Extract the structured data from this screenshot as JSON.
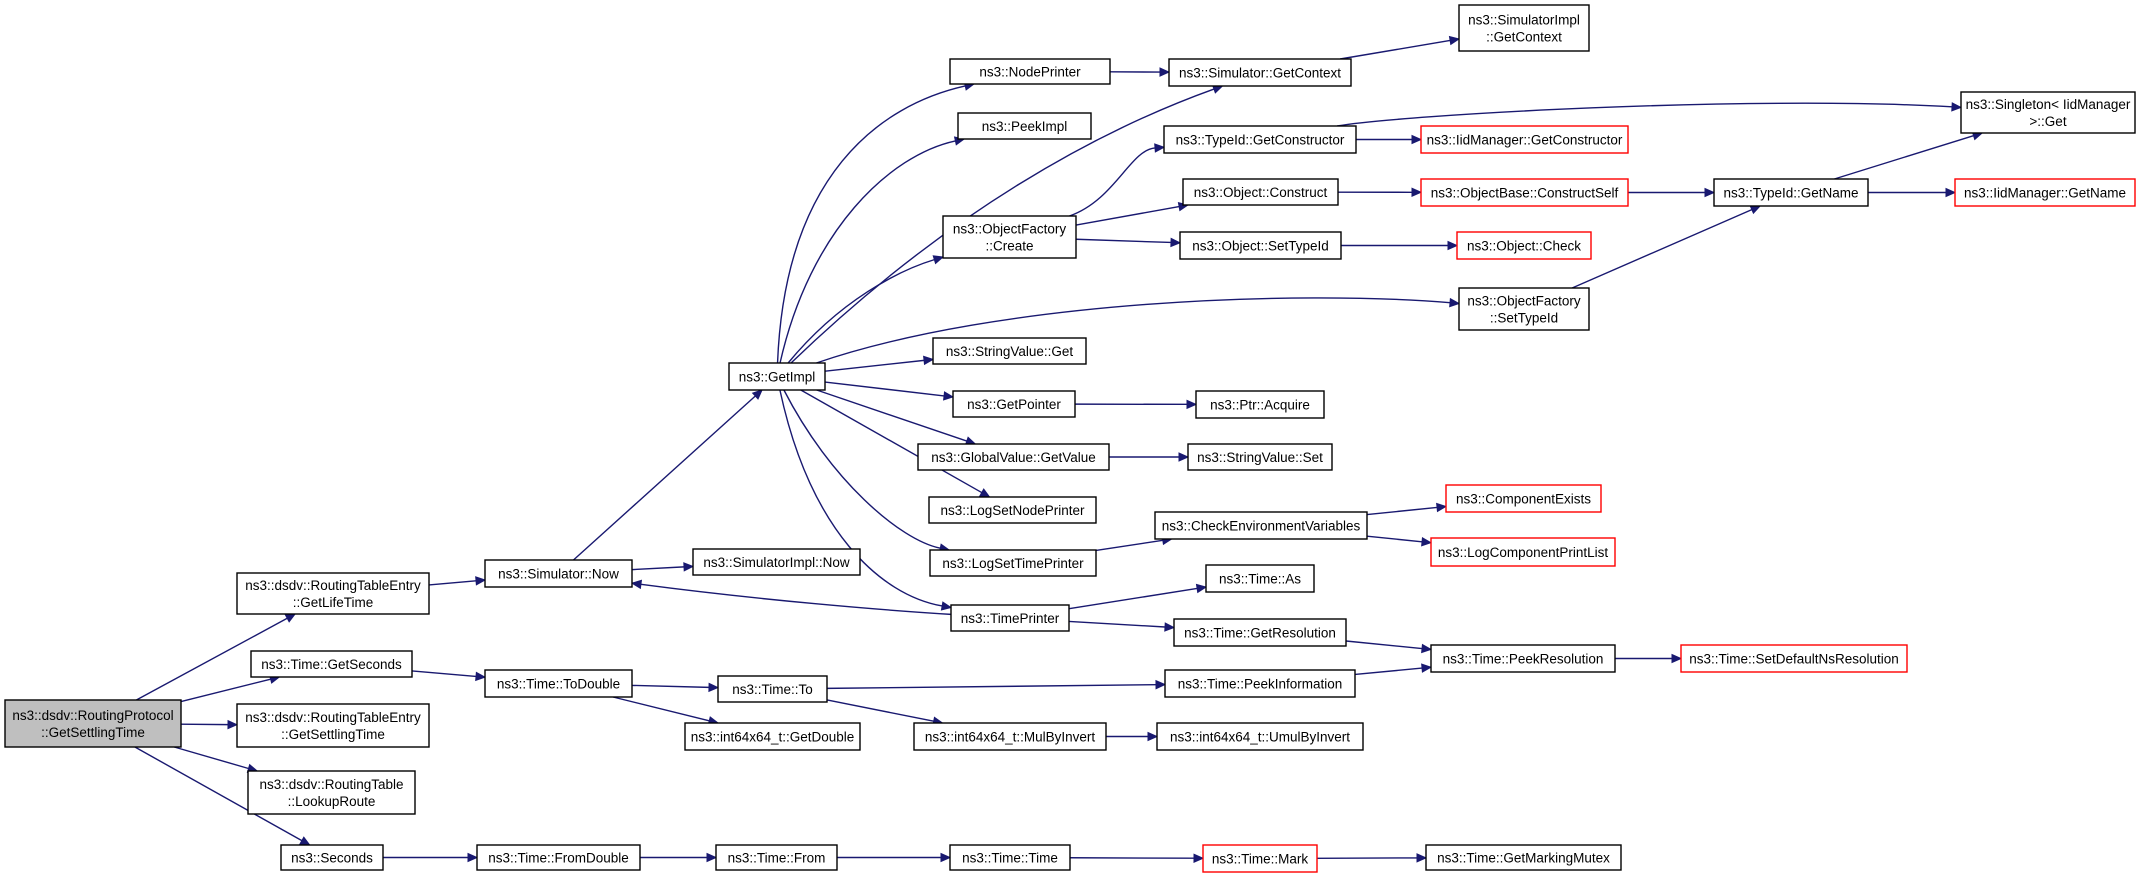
{
  "colors": {
    "edge": "#191970",
    "node_border": "#000000",
    "node_fill": "#ffffff",
    "root_fill": "#bfbfbf",
    "undocumented_border": "#ff0000"
  },
  "nodes": [
    {
      "id": "root",
      "lines": [
        "ns3::dsdv::RoutingProtocol",
        "::GetSettlingTime"
      ],
      "style": "root"
    },
    {
      "id": "rte_getlifetime",
      "lines": [
        "ns3::dsdv::RoutingTableEntry",
        "::GetLifeTime"
      ],
      "style": "normal"
    },
    {
      "id": "time_getseconds",
      "lines": [
        "ns3::Time::GetSeconds"
      ],
      "style": "normal"
    },
    {
      "id": "rte_getsettlingtime",
      "lines": [
        "ns3::dsdv::RoutingTableEntry",
        "::GetSettlingTime"
      ],
      "style": "normal"
    },
    {
      "id": "rt_lookuproute",
      "lines": [
        "ns3::dsdv::RoutingTable",
        "::LookupRoute"
      ],
      "style": "normal"
    },
    {
      "id": "seconds",
      "lines": [
        "ns3::Seconds"
      ],
      "style": "normal"
    },
    {
      "id": "sim_now",
      "lines": [
        "ns3::Simulator::Now"
      ],
      "style": "normal"
    },
    {
      "id": "time_todouble",
      "lines": [
        "ns3::Time::ToDouble"
      ],
      "style": "normal"
    },
    {
      "id": "time_fromdouble",
      "lines": [
        "ns3::Time::FromDouble"
      ],
      "style": "normal"
    },
    {
      "id": "getimpl",
      "lines": [
        "ns3::GetImpl"
      ],
      "style": "normal"
    },
    {
      "id": "simimpl_now",
      "lines": [
        "ns3::SimulatorImpl::Now"
      ],
      "style": "normal"
    },
    {
      "id": "time_to",
      "lines": [
        "ns3::Time::To"
      ],
      "style": "normal"
    },
    {
      "id": "i64_getdouble",
      "lines": [
        "ns3::int64x64_t::GetDouble"
      ],
      "style": "normal"
    },
    {
      "id": "time_from",
      "lines": [
        "ns3::Time::From"
      ],
      "style": "normal"
    },
    {
      "id": "nodeprinter",
      "lines": [
        "ns3::NodePrinter"
      ],
      "style": "normal"
    },
    {
      "id": "peekimpl",
      "lines": [
        "ns3::PeekImpl"
      ],
      "style": "normal"
    },
    {
      "id": "of_create",
      "lines": [
        "ns3::ObjectFactory",
        "::Create"
      ],
      "style": "normal"
    },
    {
      "id": "sv_get",
      "lines": [
        "ns3::StringValue::Get"
      ],
      "style": "normal"
    },
    {
      "id": "getpointer",
      "lines": [
        "ns3::GetPointer"
      ],
      "style": "normal"
    },
    {
      "id": "gv_getvalue",
      "lines": [
        "ns3::GlobalValue::GetValue"
      ],
      "style": "normal"
    },
    {
      "id": "logsetnodeprinter",
      "lines": [
        "ns3::LogSetNodePrinter"
      ],
      "style": "normal"
    },
    {
      "id": "logsettimeprinter",
      "lines": [
        "ns3::LogSetTimePrinter"
      ],
      "style": "normal"
    },
    {
      "id": "timeprinter",
      "lines": [
        "ns3::TimePrinter"
      ],
      "style": "normal"
    },
    {
      "id": "i64_mulbyinvert",
      "lines": [
        "ns3::int64x64_t::MulByInvert"
      ],
      "style": "normal"
    },
    {
      "id": "time_time",
      "lines": [
        "ns3::Time::Time"
      ],
      "style": "normal"
    },
    {
      "id": "sim_getcontext",
      "lines": [
        "ns3::Simulator::GetContext"
      ],
      "style": "normal"
    },
    {
      "id": "typeid_getconstructor",
      "lines": [
        "ns3::TypeId::GetConstructor"
      ],
      "style": "normal"
    },
    {
      "id": "object_construct",
      "lines": [
        "ns3::Object::Construct"
      ],
      "style": "normal"
    },
    {
      "id": "object_settypeid",
      "lines": [
        "ns3::Object::SetTypeId"
      ],
      "style": "normal"
    },
    {
      "id": "of_settypeid",
      "lines": [
        "ns3::ObjectFactory",
        "::SetTypeId"
      ],
      "style": "normal"
    },
    {
      "id": "ptr_acquire",
      "lines": [
        "ns3::Ptr::Acquire"
      ],
      "style": "normal"
    },
    {
      "id": "sv_set",
      "lines": [
        "ns3::StringValue::Set"
      ],
      "style": "normal"
    },
    {
      "id": "checkenvvars",
      "lines": [
        "ns3::CheckEnvironmentVariables"
      ],
      "style": "normal"
    },
    {
      "id": "time_as",
      "lines": [
        "ns3::Time::As"
      ],
      "style": "normal"
    },
    {
      "id": "time_getresolution",
      "lines": [
        "ns3::Time::GetResolution"
      ],
      "style": "normal"
    },
    {
      "id": "time_peekinformation",
      "lines": [
        "ns3::Time::PeekInformation"
      ],
      "style": "normal"
    },
    {
      "id": "i64_umulbyinvert",
      "lines": [
        "ns3::int64x64_t::UmulByInvert"
      ],
      "style": "normal"
    },
    {
      "id": "time_mark",
      "lines": [
        "ns3::Time::Mark"
      ],
      "style": "undocumented"
    },
    {
      "id": "simimpl_getcontext",
      "lines": [
        "ns3::SimulatorImpl",
        "::GetContext"
      ],
      "style": "normal"
    },
    {
      "id": "iidmgr_getconstructor",
      "lines": [
        "ns3::IidManager::GetConstructor"
      ],
      "style": "undocumented"
    },
    {
      "id": "objbase_constructself",
      "lines": [
        "ns3::ObjectBase::ConstructSelf"
      ],
      "style": "undocumented"
    },
    {
      "id": "object_check",
      "lines": [
        "ns3::Object::Check"
      ],
      "style": "undocumented"
    },
    {
      "id": "componentexists",
      "lines": [
        "ns3::ComponentExists"
      ],
      "style": "undocumented"
    },
    {
      "id": "logcomponentprintlist",
      "lines": [
        "ns3::LogComponentPrintList"
      ],
      "style": "undocumented"
    },
    {
      "id": "time_peekresolution",
      "lines": [
        "ns3::Time::PeekResolution"
      ],
      "style": "normal"
    },
    {
      "id": "time_getmarkingmutex",
      "lines": [
        "ns3::Time::GetMarkingMutex"
      ],
      "style": "normal"
    },
    {
      "id": "typeid_getname",
      "lines": [
        "ns3::TypeId::GetName"
      ],
      "style": "normal"
    },
    {
      "id": "time_setdefaultnsres",
      "lines": [
        "ns3::Time::SetDefaultNsResolution"
      ],
      "style": "undocumented"
    },
    {
      "id": "singleton_get",
      "lines": [
        "ns3::Singleton< IidManager",
        " >::Get"
      ],
      "style": "normal"
    },
    {
      "id": "iidmgr_getname",
      "lines": [
        "ns3::IidManager::GetName"
      ],
      "style": "undocumented"
    }
  ],
  "edges": [
    [
      "root",
      "rte_getlifetime"
    ],
    [
      "root",
      "time_getseconds"
    ],
    [
      "root",
      "rte_getsettlingtime"
    ],
    [
      "root",
      "rt_lookuproute"
    ],
    [
      "root",
      "seconds"
    ],
    [
      "rte_getlifetime",
      "sim_now"
    ],
    [
      "time_getseconds",
      "time_todouble"
    ],
    [
      "seconds",
      "time_fromdouble"
    ],
    [
      "sim_now",
      "getimpl"
    ],
    [
      "sim_now",
      "simimpl_now"
    ],
    [
      "time_todouble",
      "time_to"
    ],
    [
      "time_todouble",
      "i64_getdouble"
    ],
    [
      "time_fromdouble",
      "time_from"
    ],
    [
      "getimpl",
      "nodeprinter"
    ],
    [
      "getimpl",
      "peekimpl"
    ],
    [
      "getimpl",
      "of_create"
    ],
    [
      "getimpl",
      "sv_get"
    ],
    [
      "getimpl",
      "getpointer"
    ],
    [
      "getimpl",
      "gv_getvalue"
    ],
    [
      "getimpl",
      "logsetnodeprinter"
    ],
    [
      "getimpl",
      "logsettimeprinter"
    ],
    [
      "getimpl",
      "timeprinter"
    ],
    [
      "getimpl",
      "sim_getcontext"
    ],
    [
      "getimpl",
      "of_settypeid"
    ],
    [
      "time_to",
      "time_peekinformation"
    ],
    [
      "time_to",
      "i64_mulbyinvert"
    ],
    [
      "time_from",
      "time_time"
    ],
    [
      "nodeprinter",
      "sim_getcontext"
    ],
    [
      "of_create",
      "typeid_getconstructor"
    ],
    [
      "of_create",
      "object_construct"
    ],
    [
      "of_create",
      "object_settypeid"
    ],
    [
      "getpointer",
      "ptr_acquire"
    ],
    [
      "gv_getvalue",
      "sv_set"
    ],
    [
      "logsettimeprinter",
      "checkenvvars"
    ],
    [
      "timeprinter",
      "sim_now"
    ],
    [
      "timeprinter",
      "time_as"
    ],
    [
      "timeprinter",
      "time_getresolution"
    ],
    [
      "i64_mulbyinvert",
      "i64_umulbyinvert"
    ],
    [
      "time_time",
      "time_mark"
    ],
    [
      "sim_getcontext",
      "simimpl_getcontext"
    ],
    [
      "typeid_getconstructor",
      "iidmgr_getconstructor"
    ],
    [
      "typeid_getconstructor",
      "singleton_get"
    ],
    [
      "object_construct",
      "objbase_constructself"
    ],
    [
      "object_settypeid",
      "object_check"
    ],
    [
      "of_settypeid",
      "typeid_getname"
    ],
    [
      "checkenvvars",
      "componentexists"
    ],
    [
      "checkenvvars",
      "logcomponentprintlist"
    ],
    [
      "time_getresolution",
      "time_peekresolution"
    ],
    [
      "time_peekinformation",
      "time_peekresolution"
    ],
    [
      "time_mark",
      "time_getmarkingmutex"
    ],
    [
      "objbase_constructself",
      "typeid_getname"
    ],
    [
      "time_peekresolution",
      "time_setdefaultnsres"
    ],
    [
      "typeid_getname",
      "singleton_get"
    ],
    [
      "typeid_getname",
      "iidmgr_getname"
    ]
  ]
}
